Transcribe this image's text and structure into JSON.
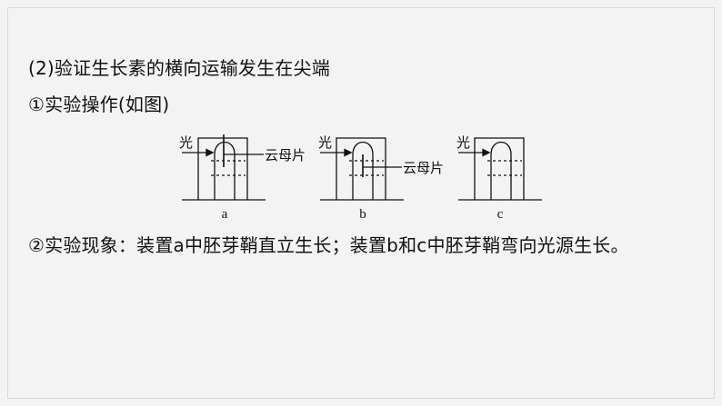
{
  "slide": {
    "section_title": "(2)验证生长素的横向运输发生在尖端",
    "step1": "①实验操作(如图)",
    "step2": "②实验现象：装置a中胚芽鞘直立生长；装置b和c中胚芽鞘弯向光源生长。"
  },
  "diagram": {
    "light_label": "光",
    "mica_label": "云母片",
    "captions": [
      "a",
      "b",
      "c"
    ]
  }
}
